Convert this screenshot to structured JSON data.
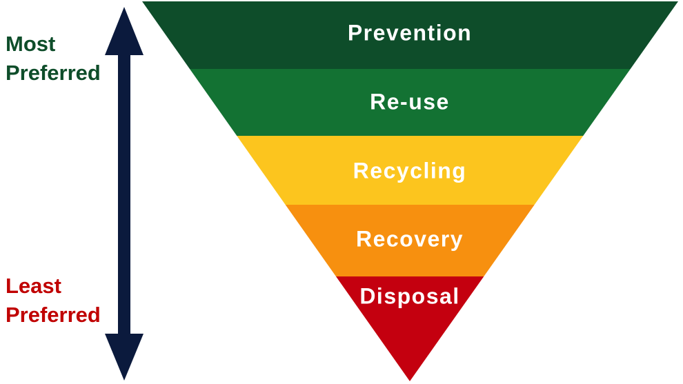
{
  "side_labels": {
    "top": "Most\nPreferred",
    "bottom": "Least\nPreferred"
  },
  "tiers": [
    {
      "label": "Prevention",
      "color": "#0e4d2a"
    },
    {
      "label": "Re-use",
      "color": "#137233"
    },
    {
      "label": "Recycling",
      "color": "#fcc51e"
    },
    {
      "label": "Recovery",
      "color": "#f7900f"
    },
    {
      "label": "Disposal",
      "color": "#c4000f"
    }
  ],
  "colors": {
    "most_preferred": "#0e4d2a",
    "least_preferred": "#c00000",
    "arrow": "#0b1a3d",
    "tier_text": "#ffffff"
  },
  "icons": {
    "preference_arrow": "double-headed-vertical-arrow"
  }
}
